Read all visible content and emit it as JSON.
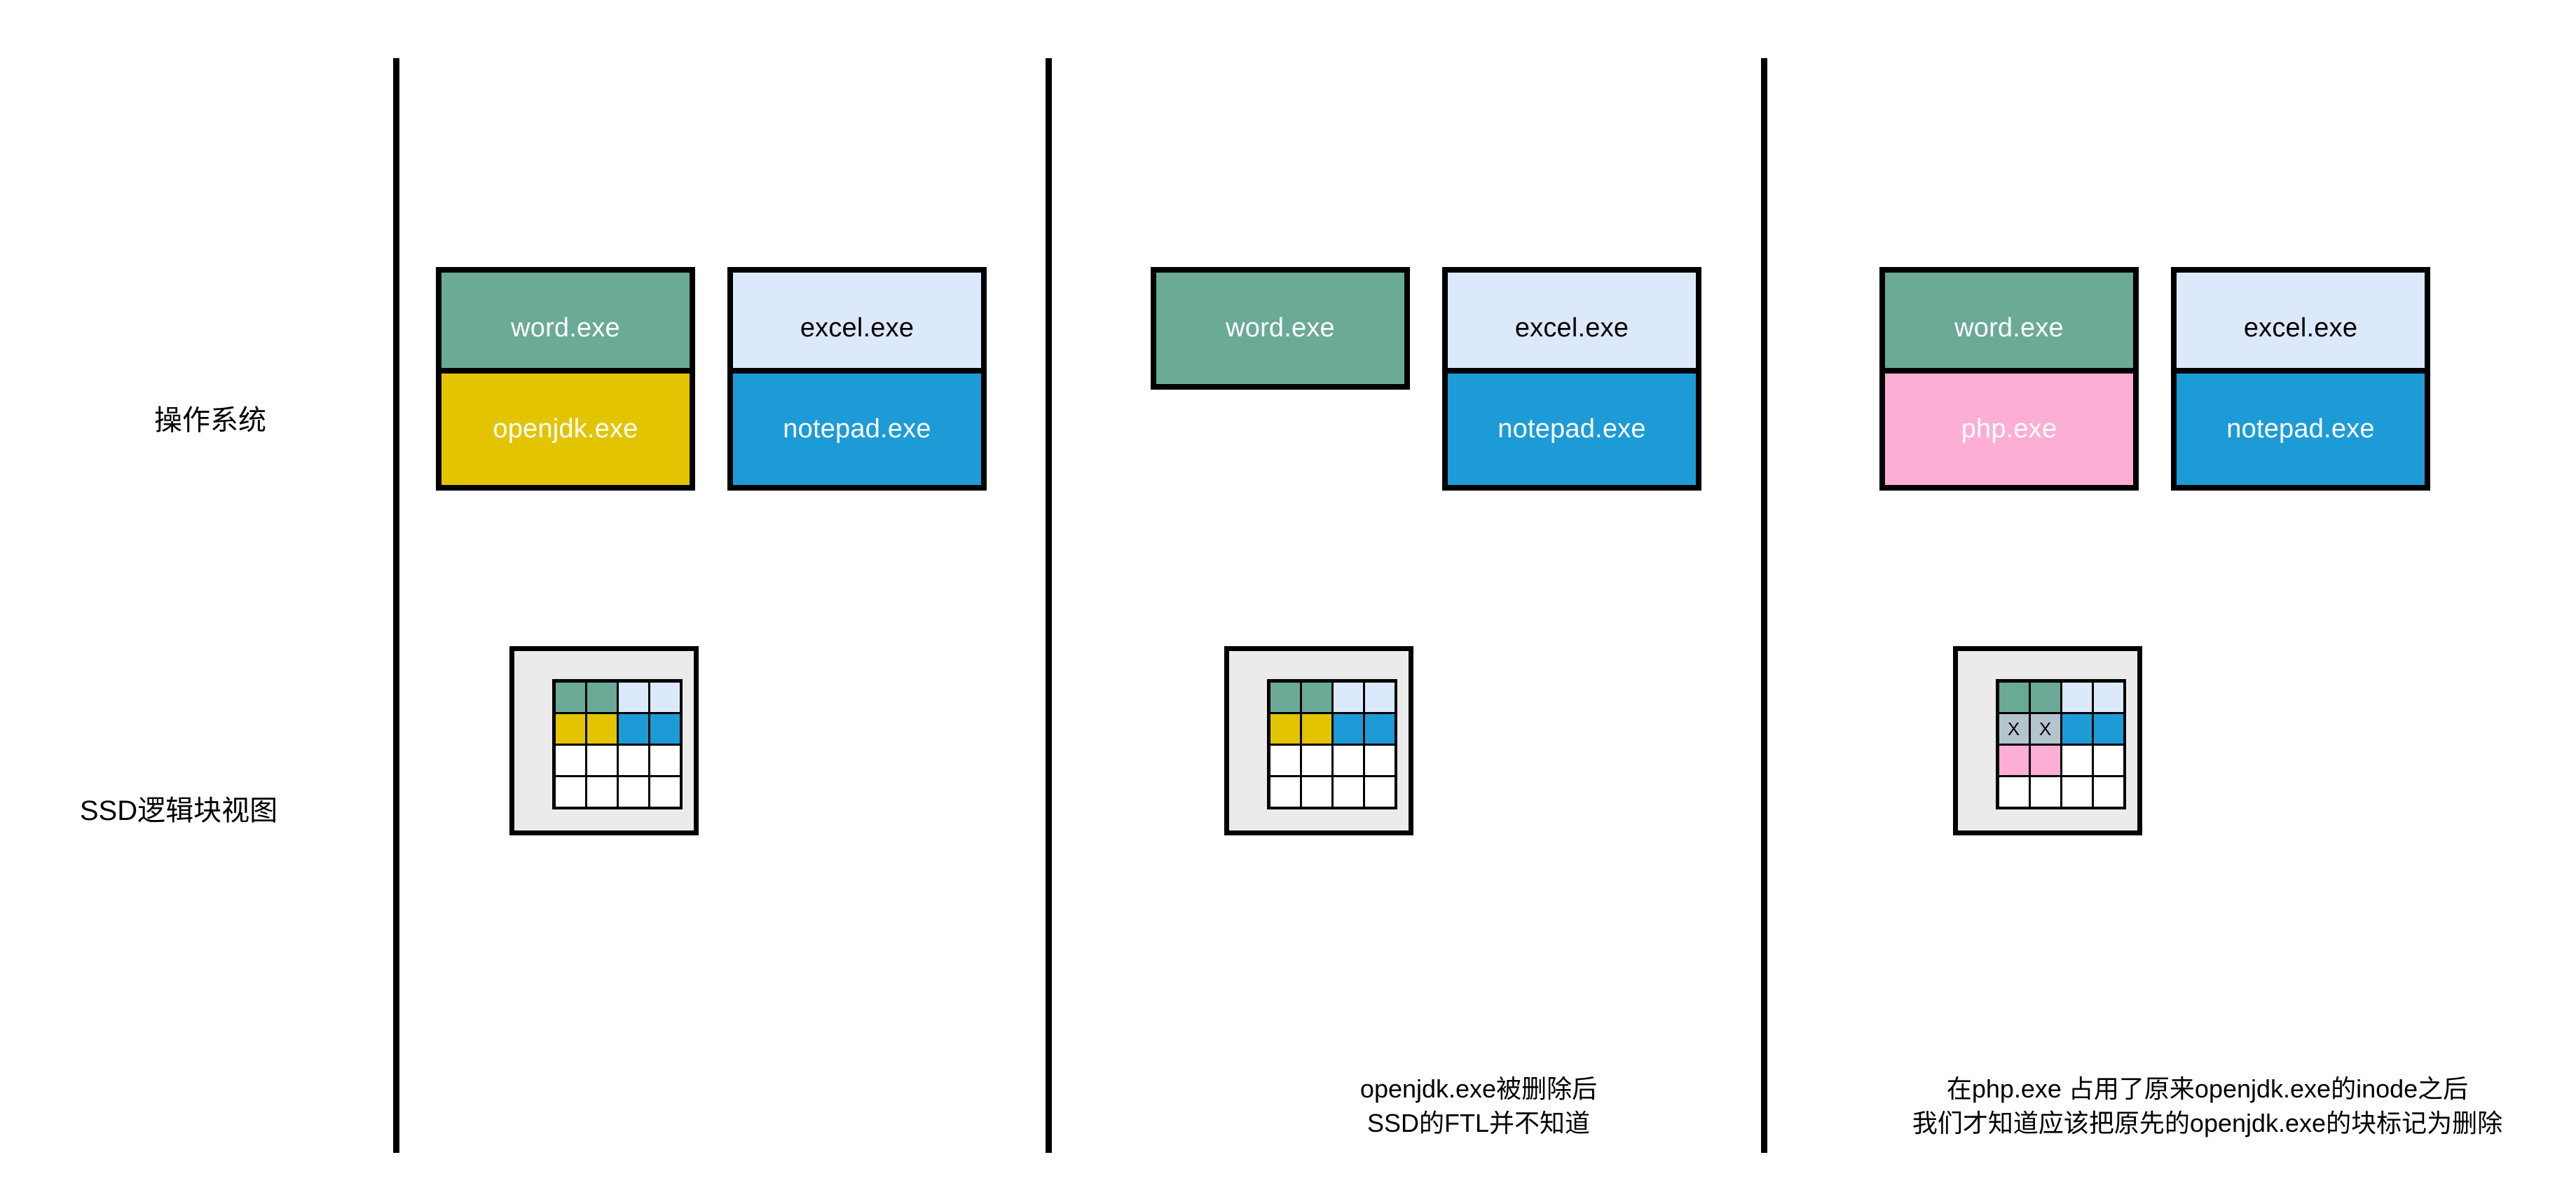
{
  "palette": {
    "word_green": "#6aaa96",
    "excel_lightblue": "#dce9fb",
    "openjdk_yellow": "#e2c400",
    "notepad_blue": "#1d9bd7",
    "php_pink": "#fcaed4",
    "deleted_gray": "#b4c4cf",
    "empty_white": "#ffffff",
    "ssd_tray": "#ebebeb",
    "outline": "#000000"
  },
  "row_labels": {
    "os": "操作系统",
    "ssd": "SSD逻辑块视图"
  },
  "columns": [
    {
      "id": "stage-1",
      "boxes": [
        {
          "label": "word.exe",
          "fill": "#6aaa96",
          "text_color": "#ffffff",
          "slot": "slot-r1c1"
        },
        {
          "label": "excel.exe",
          "fill": "#dce9fb",
          "text_color": "#000000",
          "slot": "slot-r1c2"
        },
        {
          "label": "openjdk.exe",
          "fill": "#e2c400",
          "text_color": "#ffffff",
          "slot": "slot-r2c1"
        },
        {
          "label": "notepad.exe",
          "fill": "#1d9bd7",
          "text_color": "#ffffff",
          "slot": "slot-r2c2"
        }
      ],
      "ssd_grid": [
        [
          {
            "fill": "#6aaa96",
            "mark": ""
          },
          {
            "fill": "#6aaa96",
            "mark": ""
          },
          {
            "fill": "#dce9fb",
            "mark": ""
          },
          {
            "fill": "#dce9fb",
            "mark": ""
          }
        ],
        [
          {
            "fill": "#e2c400",
            "mark": ""
          },
          {
            "fill": "#e2c400",
            "mark": ""
          },
          {
            "fill": "#1d9bd7",
            "mark": ""
          },
          {
            "fill": "#1d9bd7",
            "mark": ""
          }
        ],
        [
          {
            "fill": "#ffffff",
            "mark": ""
          },
          {
            "fill": "#ffffff",
            "mark": ""
          },
          {
            "fill": "#ffffff",
            "mark": ""
          },
          {
            "fill": "#ffffff",
            "mark": ""
          }
        ],
        [
          {
            "fill": "#ffffff",
            "mark": ""
          },
          {
            "fill": "#ffffff",
            "mark": ""
          },
          {
            "fill": "#ffffff",
            "mark": ""
          },
          {
            "fill": "#ffffff",
            "mark": ""
          }
        ]
      ],
      "caption": []
    },
    {
      "id": "stage-2",
      "boxes": [
        {
          "label": "word.exe",
          "fill": "#6aaa96",
          "text_color": "#ffffff",
          "slot": "slot-r1c1"
        },
        {
          "label": "excel.exe",
          "fill": "#dce9fb",
          "text_color": "#000000",
          "slot": "slot-r1c2"
        },
        {
          "label": "notepad.exe",
          "fill": "#1d9bd7",
          "text_color": "#ffffff",
          "slot": "slot-r2c2"
        }
      ],
      "ssd_grid": [
        [
          {
            "fill": "#6aaa96",
            "mark": ""
          },
          {
            "fill": "#6aaa96",
            "mark": ""
          },
          {
            "fill": "#dce9fb",
            "mark": ""
          },
          {
            "fill": "#dce9fb",
            "mark": ""
          }
        ],
        [
          {
            "fill": "#e2c400",
            "mark": ""
          },
          {
            "fill": "#e2c400",
            "mark": ""
          },
          {
            "fill": "#1d9bd7",
            "mark": ""
          },
          {
            "fill": "#1d9bd7",
            "mark": ""
          }
        ],
        [
          {
            "fill": "#ffffff",
            "mark": ""
          },
          {
            "fill": "#ffffff",
            "mark": ""
          },
          {
            "fill": "#ffffff",
            "mark": ""
          },
          {
            "fill": "#ffffff",
            "mark": ""
          }
        ],
        [
          {
            "fill": "#ffffff",
            "mark": ""
          },
          {
            "fill": "#ffffff",
            "mark": ""
          },
          {
            "fill": "#ffffff",
            "mark": ""
          },
          {
            "fill": "#ffffff",
            "mark": ""
          }
        ]
      ],
      "caption": [
        "openjdk.exe被删除后",
        "SSD的FTL并不知道"
      ]
    },
    {
      "id": "stage-3",
      "boxes": [
        {
          "label": "word.exe",
          "fill": "#6aaa96",
          "text_color": "#ffffff",
          "slot": "slot-r1c1"
        },
        {
          "label": "excel.exe",
          "fill": "#dce9fb",
          "text_color": "#000000",
          "slot": "slot-r1c2"
        },
        {
          "label": "php.exe",
          "fill": "#fcaed4",
          "text_color": "#ffffff",
          "slot": "slot-r2c1"
        },
        {
          "label": "notepad.exe",
          "fill": "#1d9bd7",
          "text_color": "#ffffff",
          "slot": "slot-r2c2"
        }
      ],
      "ssd_grid": [
        [
          {
            "fill": "#6aaa96",
            "mark": ""
          },
          {
            "fill": "#6aaa96",
            "mark": ""
          },
          {
            "fill": "#dce9fb",
            "mark": ""
          },
          {
            "fill": "#dce9fb",
            "mark": ""
          }
        ],
        [
          {
            "fill": "#b4c4cf",
            "mark": "X"
          },
          {
            "fill": "#b4c4cf",
            "mark": "X"
          },
          {
            "fill": "#1d9bd7",
            "mark": ""
          },
          {
            "fill": "#1d9bd7",
            "mark": ""
          }
        ],
        [
          {
            "fill": "#fcaed4",
            "mark": ""
          },
          {
            "fill": "#fcaed4",
            "mark": ""
          },
          {
            "fill": "#ffffff",
            "mark": ""
          },
          {
            "fill": "#ffffff",
            "mark": ""
          }
        ],
        [
          {
            "fill": "#ffffff",
            "mark": ""
          },
          {
            "fill": "#ffffff",
            "mark": ""
          },
          {
            "fill": "#ffffff",
            "mark": ""
          },
          {
            "fill": "#ffffff",
            "mark": ""
          }
        ]
      ],
      "caption": [
        "在php.exe 占用了原来openjdk.exe的inode之后",
        "我们才知道应该把原先的openjdk.exe的块标记为删除"
      ]
    }
  ]
}
